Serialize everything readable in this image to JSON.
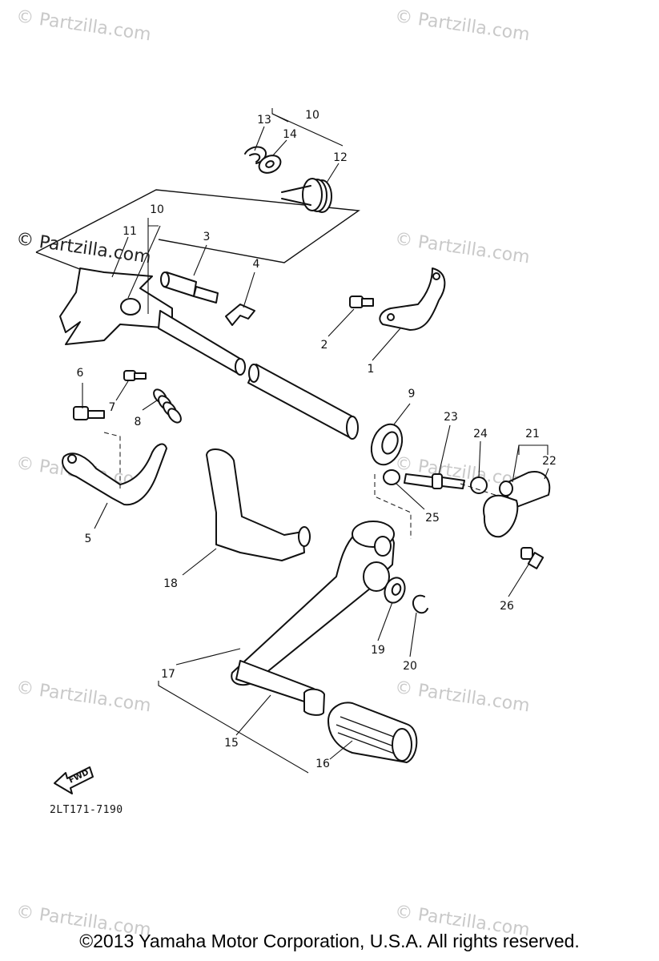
{
  "watermark": {
    "faint_text": "© Partzilla.com",
    "main_text": "© Partzilla.com"
  },
  "figure_code": "2LT171-7190",
  "copyright": "©2013  Yamaha Motor Corporation, U.S.A. All rights reserved.",
  "fwd_arrow_label": "FWD",
  "callouts": [
    "1",
    "2",
    "3",
    "4",
    "5",
    "6",
    "7",
    "8",
    "9",
    "10",
    "10",
    "11",
    "12",
    "13",
    "14",
    "15",
    "16",
    "17",
    "18",
    "19",
    "20",
    "21",
    "22",
    "23",
    "24",
    "25",
    "26"
  ]
}
